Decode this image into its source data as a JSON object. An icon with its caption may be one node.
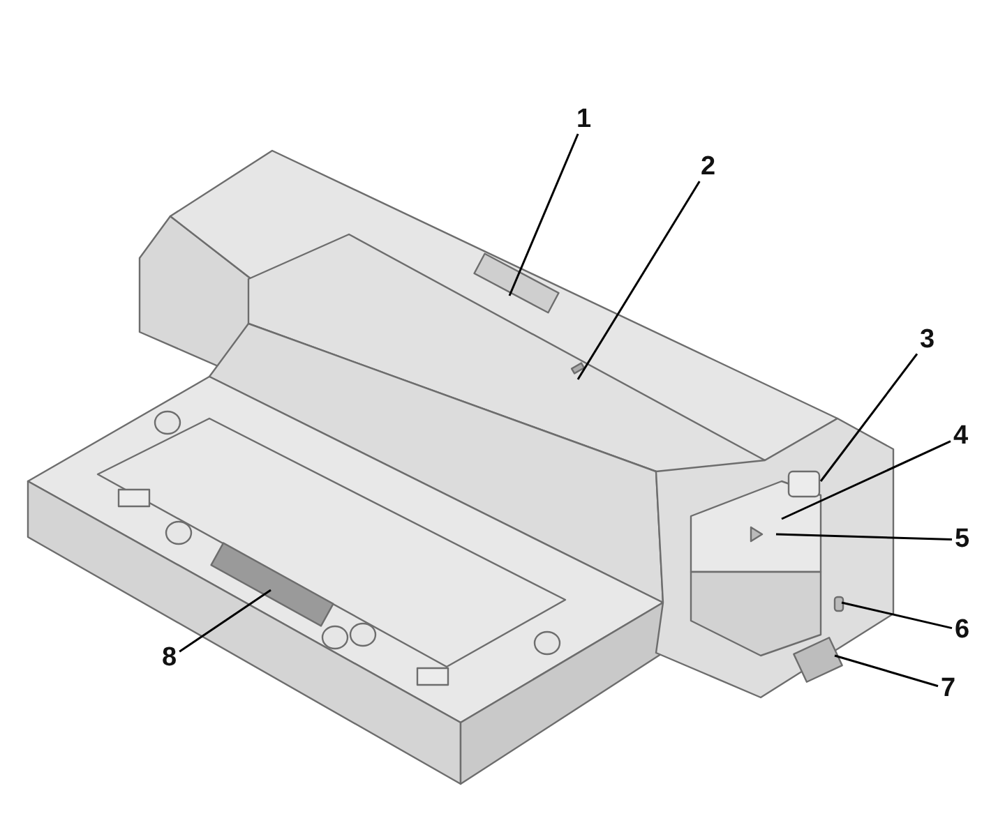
{
  "diagram": {
    "nodes": [
      {
        "text": [
          "1"
        ]
      },
      {
        "text": [
          "2"
        ]
      },
      {
        "text": [
          "3"
        ]
      },
      {
        "text": [
          "4"
        ]
      },
      {
        "text": [
          "5"
        ]
      },
      {
        "text": [
          "6"
        ]
      },
      {
        "text": [
          "7"
        ]
      },
      {
        "text": [
          "8"
        ]
      }
    ],
    "edges": [
      {
        "from": 0,
        "to": null,
        "arrow": "none"
      },
      {
        "from": 1,
        "to": null,
        "arrow": "none"
      },
      {
        "from": 2,
        "to": null,
        "arrow": "none"
      },
      {
        "from": 3,
        "to": null,
        "arrow": "none"
      },
      {
        "from": 4,
        "to": null,
        "arrow": "none"
      },
      {
        "from": 5,
        "to": null,
        "arrow": "none"
      },
      {
        "from": 6,
        "to": null,
        "arrow": "none"
      },
      {
        "from": 7,
        "to": null,
        "arrow": "none"
      }
    ]
  }
}
